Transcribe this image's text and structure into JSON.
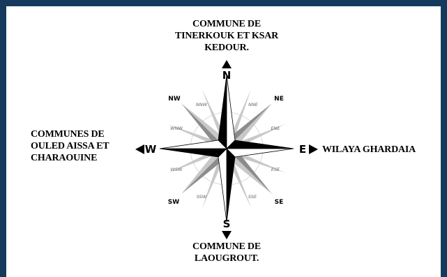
{
  "labels": {
    "north": "COMMUNE DE\nTINERKOUK ET KSAR\nKEDOUR.",
    "south": "COMMUNE DE\nLAOUGROUT.",
    "west": "COMMUNES DE\nOULED AISSA ET\nCHARAOUINE",
    "east": "WILAYA GHARDAIA"
  },
  "compass": {
    "cardinals": {
      "n": "N",
      "s": "S",
      "e": "E",
      "w": "W"
    },
    "intercardinals": {
      "ne": "NE",
      "nw": "NW",
      "se": "SE",
      "sw": "SW"
    },
    "minor": {
      "nne": "NNE",
      "ene": "ENE",
      "ese": "ESE",
      "sse": "SSE",
      "ssw": "SSW",
      "wsw": "WSW",
      "wnw": "WNW",
      "nnw": "NNW"
    }
  },
  "colors": {
    "frame": "#153a5e",
    "text": "#000000",
    "rose_dark": "#000000",
    "rose_mid": "#8c8c8c",
    "rose_light": "#c8c8c8"
  }
}
